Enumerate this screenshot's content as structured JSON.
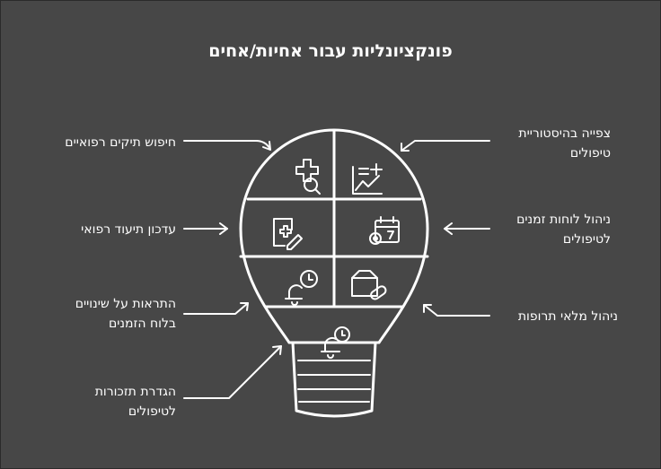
{
  "title": "פונקציונליות עבור אחיות/אחים",
  "features": {
    "record_search": "חיפוש תיקים רפואיים",
    "treatment_history_line1": "צפייה בהיסטוריית",
    "treatment_history_line2": "טיפולים",
    "doc_update": "עדכון תיעוד רפואי",
    "schedule_mgmt_line1": "ניהול לוחות זמנים",
    "schedule_mgmt_line2": "לטיפולים",
    "alerts_line1": "התראות על שינויים",
    "alerts_line2": "בלוח הזמנים",
    "medication_inventory": "ניהול מלאי תרופות",
    "reminders_line1": "הגדרת תזכורות",
    "reminders_line2": "לטיפולים"
  },
  "icons": [
    "medical-search-icon",
    "chart-plus-icon",
    "medical-document-edit-icon",
    "calendar-gear-icon",
    "bell-clock-icon",
    "medicine-box-pill-icon",
    "bell-clock-icon"
  ]
}
